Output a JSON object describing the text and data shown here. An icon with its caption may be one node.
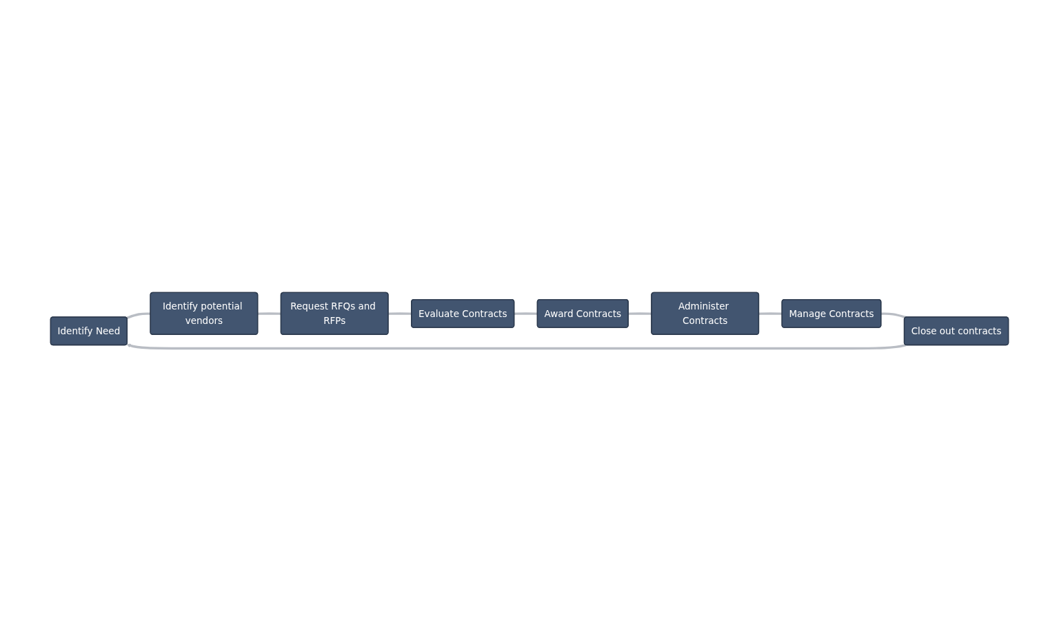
{
  "diagram": {
    "nodes": [
      {
        "text": [
          "Identify Need"
        ]
      },
      {
        "text": [
          "Identify potential vendors"
        ]
      },
      {
        "text": [
          "Request RFQs and RFPs"
        ]
      },
      {
        "text": [
          "Evaluate Contracts"
        ]
      },
      {
        "text": [
          "Award Contracts"
        ]
      },
      {
        "text": [
          "Administer Contracts"
        ]
      },
      {
        "text": [
          "Manage Contracts"
        ]
      },
      {
        "text": [
          "Close out contracts"
        ]
      }
    ],
    "edges": [
      {
        "from": 0,
        "to": 1,
        "arrow": "none"
      },
      {
        "from": 1,
        "to": 2,
        "arrow": "none"
      },
      {
        "from": 2,
        "to": 3,
        "arrow": "none"
      },
      {
        "from": 3,
        "to": 4,
        "arrow": "none"
      },
      {
        "from": 4,
        "to": 5,
        "arrow": "none"
      },
      {
        "from": 5,
        "to": 6,
        "arrow": "none"
      },
      {
        "from": 6,
        "to": 7,
        "arrow": "none"
      },
      {
        "from": 7,
        "to": 0,
        "arrow": "to"
      }
    ]
  }
}
